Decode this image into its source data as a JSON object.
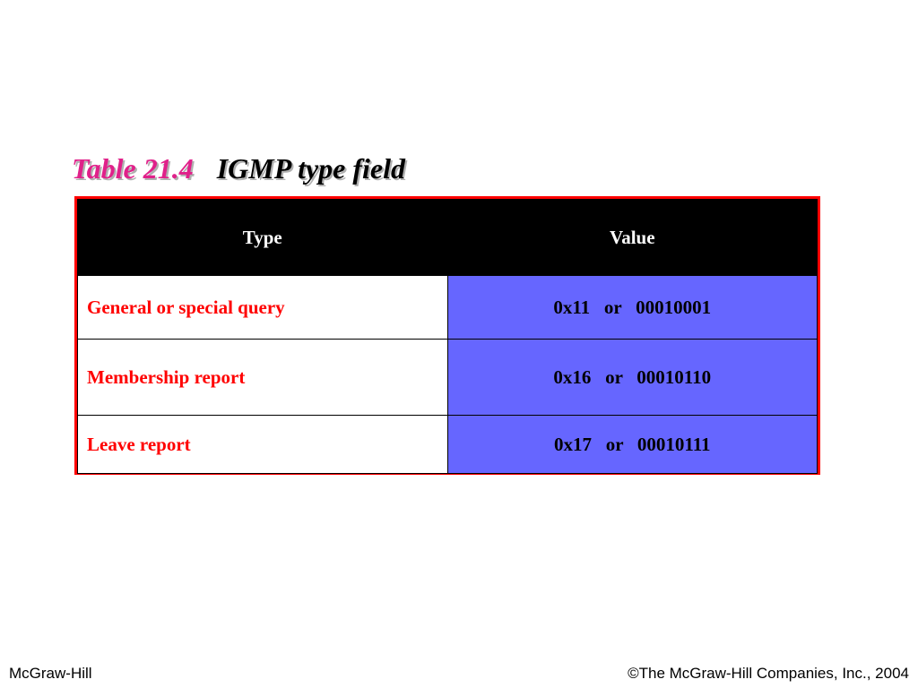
{
  "slide": {
    "title_number": "Table 21.4",
    "title_text": "IGMP type field"
  },
  "table": {
    "headers": [
      "Type",
      "Value"
    ],
    "rows": [
      {
        "type": "General or special query",
        "value": "0x11   or   00010001"
      },
      {
        "type": "Membership report",
        "value": "0x16   or   00010110"
      },
      {
        "type": "Leave report",
        "value": "0x17   or   00010111"
      }
    ]
  },
  "footer": {
    "left": "McGraw-Hill",
    "right": "©The McGraw-Hill Companies, Inc., 2004"
  },
  "colors": {
    "title_number": "#e0218a",
    "table_border": "#ff0000",
    "header_bg": "#000000",
    "type_text": "#ff0000",
    "value_bg": "#6666ff"
  }
}
